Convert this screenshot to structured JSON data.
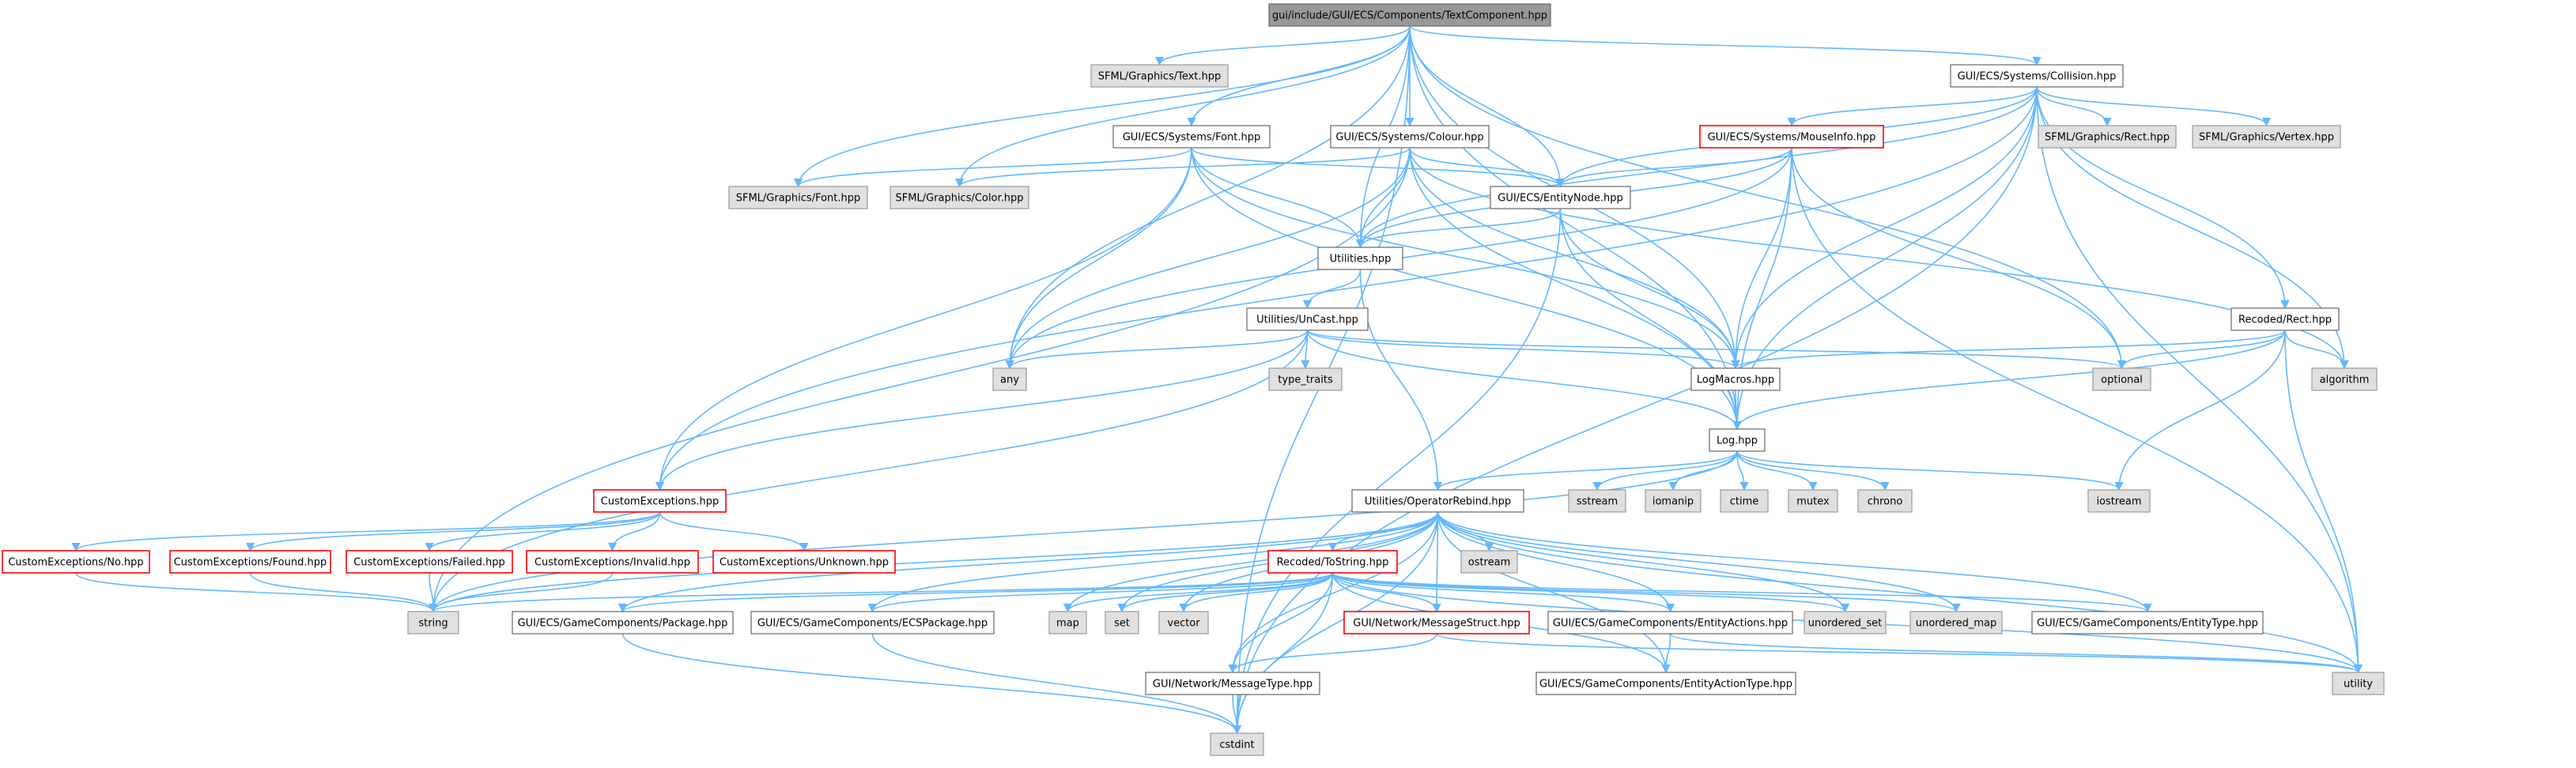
{
  "colors": {
    "edge": "#63b8ff",
    "root_fill": "#999999",
    "root_border": "#666666",
    "file_fill": "#ffffff",
    "file_border": "#666666",
    "system_fill": "#e0e0e0",
    "system_border": "#999999",
    "truncated_border": "#ff0000"
  },
  "nodes": [
    {
      "id": "root",
      "label": "gui/include/GUI/ECS/Components/TextComponent.hpp",
      "kind": "root"
    },
    {
      "id": "sfml_text",
      "label": "SFML/Graphics/Text.hpp",
      "kind": "system"
    },
    {
      "id": "collision",
      "label": "GUI/ECS/Systems/Collision.hpp",
      "kind": "file"
    },
    {
      "id": "font",
      "label": "GUI/ECS/Systems/Font.hpp",
      "kind": "file"
    },
    {
      "id": "colour",
      "label": "GUI/ECS/Systems/Colour.hpp",
      "kind": "file"
    },
    {
      "id": "mouseinfo",
      "label": "GUI/ECS/Systems/MouseInfo.hpp",
      "kind": "truncated"
    },
    {
      "id": "sfml_rect",
      "label": "SFML/Graphics/Rect.hpp",
      "kind": "system"
    },
    {
      "id": "sfml_vertex",
      "label": "SFML/Graphics/Vertex.hpp",
      "kind": "system"
    },
    {
      "id": "sfml_font",
      "label": "SFML/Graphics/Font.hpp",
      "kind": "system"
    },
    {
      "id": "sfml_color",
      "label": "SFML/Graphics/Color.hpp",
      "kind": "system"
    },
    {
      "id": "entitynode",
      "label": "GUI/ECS/EntityNode.hpp",
      "kind": "file"
    },
    {
      "id": "utilities",
      "label": "Utilities.hpp",
      "kind": "file"
    },
    {
      "id": "uncast",
      "label": "Utilities/UnCast.hpp",
      "kind": "file"
    },
    {
      "id": "recoded_rect",
      "label": "Recoded/Rect.hpp",
      "kind": "file"
    },
    {
      "id": "any",
      "label": "any",
      "kind": "system"
    },
    {
      "id": "type_traits",
      "label": "type_traits",
      "kind": "system"
    },
    {
      "id": "logmacros",
      "label": "LogMacros.hpp",
      "kind": "file"
    },
    {
      "id": "optional",
      "label": "optional",
      "kind": "system"
    },
    {
      "id": "algorithm",
      "label": "algorithm",
      "kind": "system"
    },
    {
      "id": "log",
      "label": "Log.hpp",
      "kind": "file"
    },
    {
      "id": "customexceptions",
      "label": "CustomExceptions.hpp",
      "kind": "truncated"
    },
    {
      "id": "operatorrebind",
      "label": "Utilities/OperatorRebind.hpp",
      "kind": "file"
    },
    {
      "id": "sstream",
      "label": "sstream",
      "kind": "system"
    },
    {
      "id": "iomanip",
      "label": "iomanip",
      "kind": "system"
    },
    {
      "id": "ctime",
      "label": "ctime",
      "kind": "system"
    },
    {
      "id": "mutex",
      "label": "mutex",
      "kind": "system"
    },
    {
      "id": "chrono",
      "label": "chrono",
      "kind": "system"
    },
    {
      "id": "iostream",
      "label": "iostream",
      "kind": "system"
    },
    {
      "id": "ce_no",
      "label": "CustomExceptions/No.hpp",
      "kind": "truncated"
    },
    {
      "id": "ce_found",
      "label": "CustomExceptions/Found.hpp",
      "kind": "truncated"
    },
    {
      "id": "ce_failed",
      "label": "CustomExceptions/Failed.hpp",
      "kind": "truncated"
    },
    {
      "id": "ce_invalid",
      "label": "CustomExceptions/Invalid.hpp",
      "kind": "truncated"
    },
    {
      "id": "ce_unknown",
      "label": "CustomExceptions/Unknown.hpp",
      "kind": "truncated"
    },
    {
      "id": "ostream",
      "label": "ostream",
      "kind": "system"
    },
    {
      "id": "tostring",
      "label": "Recoded/ToString.hpp",
      "kind": "truncated"
    },
    {
      "id": "string",
      "label": "string",
      "kind": "system"
    },
    {
      "id": "gc_package",
      "label": "GUI/ECS/GameComponents/Package.hpp",
      "kind": "file"
    },
    {
      "id": "gc_ecspackage",
      "label": "GUI/ECS/GameComponents/ECSPackage.hpp",
      "kind": "file"
    },
    {
      "id": "map",
      "label": "map",
      "kind": "system"
    },
    {
      "id": "set",
      "label": "set",
      "kind": "system"
    },
    {
      "id": "vector",
      "label": "vector",
      "kind": "system"
    },
    {
      "id": "messagestruct",
      "label": "GUI/Network/MessageStruct.hpp",
      "kind": "truncated"
    },
    {
      "id": "gc_entityactions",
      "label": "GUI/ECS/GameComponents/EntityActions.hpp",
      "kind": "file"
    },
    {
      "id": "unordered_set",
      "label": "unordered_set",
      "kind": "system"
    },
    {
      "id": "unordered_map",
      "label": "unordered_map",
      "kind": "system"
    },
    {
      "id": "gc_entitytype",
      "label": "GUI/ECS/GameComponents/EntityType.hpp",
      "kind": "file"
    },
    {
      "id": "utility",
      "label": "utility",
      "kind": "system"
    },
    {
      "id": "messagetype",
      "label": "GUI/Network/MessageType.hpp",
      "kind": "file"
    },
    {
      "id": "gc_entityactiontype",
      "label": "GUI/ECS/GameComponents/EntityActionType.hpp",
      "kind": "file"
    },
    {
      "id": "cstdint",
      "label": "cstdint",
      "kind": "system"
    }
  ],
  "edges": [
    [
      "root",
      "sfml_text"
    ],
    [
      "root",
      "collision"
    ],
    [
      "root",
      "font"
    ],
    [
      "root",
      "colour"
    ],
    [
      "root",
      "sfml_font"
    ],
    [
      "root",
      "sfml_color"
    ],
    [
      "root",
      "entitynode"
    ],
    [
      "root",
      "utilities"
    ],
    [
      "root",
      "logmacros"
    ],
    [
      "root",
      "any"
    ],
    [
      "root",
      "log"
    ],
    [
      "root",
      "optional"
    ],
    [
      "root",
      "cstdint"
    ],
    [
      "collision",
      "mouseinfo"
    ],
    [
      "collision",
      "sfml_rect"
    ],
    [
      "collision",
      "sfml_vertex"
    ],
    [
      "collision",
      "entitynode"
    ],
    [
      "collision",
      "utilities"
    ],
    [
      "collision",
      "logmacros"
    ],
    [
      "collision",
      "log"
    ],
    [
      "collision",
      "recoded_rect"
    ],
    [
      "collision",
      "algorithm"
    ],
    [
      "collision",
      "customexceptions"
    ],
    [
      "collision",
      "utility"
    ],
    [
      "collision",
      "cstdint"
    ],
    [
      "font",
      "sfml_font"
    ],
    [
      "font",
      "entitynode"
    ],
    [
      "font",
      "utilities"
    ],
    [
      "font",
      "logmacros"
    ],
    [
      "font",
      "log"
    ],
    [
      "font",
      "customexceptions"
    ],
    [
      "font",
      "any"
    ],
    [
      "colour",
      "sfml_color"
    ],
    [
      "colour",
      "entitynode"
    ],
    [
      "colour",
      "utilities"
    ],
    [
      "colour",
      "logmacros"
    ],
    [
      "colour",
      "log"
    ],
    [
      "colour",
      "any"
    ],
    [
      "colour",
      "string"
    ],
    [
      "colour",
      "algorithm"
    ],
    [
      "mouseinfo",
      "entitynode"
    ],
    [
      "mouseinfo",
      "utilities"
    ],
    [
      "mouseinfo",
      "logmacros"
    ],
    [
      "mouseinfo",
      "log"
    ],
    [
      "mouseinfo",
      "optional"
    ],
    [
      "mouseinfo",
      "any"
    ],
    [
      "mouseinfo",
      "utility"
    ],
    [
      "entitynode",
      "utilities"
    ],
    [
      "entitynode",
      "logmacros"
    ],
    [
      "entitynode",
      "log"
    ],
    [
      "entitynode",
      "cstdint"
    ],
    [
      "utilities",
      "uncast"
    ],
    [
      "utilities",
      "operatorrebind"
    ],
    [
      "uncast",
      "any"
    ],
    [
      "uncast",
      "type_traits"
    ],
    [
      "uncast",
      "logmacros"
    ],
    [
      "uncast",
      "log"
    ],
    [
      "uncast",
      "customexceptions"
    ],
    [
      "uncast",
      "optional"
    ],
    [
      "uncast",
      "string"
    ],
    [
      "recoded_rect",
      "logmacros"
    ],
    [
      "recoded_rect",
      "log"
    ],
    [
      "recoded_rect",
      "optional"
    ],
    [
      "recoded_rect",
      "algorithm"
    ],
    [
      "recoded_rect",
      "iostream"
    ],
    [
      "recoded_rect",
      "utility"
    ],
    [
      "logmacros",
      "log"
    ],
    [
      "log",
      "sstream"
    ],
    [
      "log",
      "iomanip"
    ],
    [
      "log",
      "ctime"
    ],
    [
      "log",
      "mutex"
    ],
    [
      "log",
      "chrono"
    ],
    [
      "log",
      "iostream"
    ],
    [
      "log",
      "operatorrebind"
    ],
    [
      "log",
      "string"
    ],
    [
      "customexceptions",
      "ce_no"
    ],
    [
      "customexceptions",
      "ce_found"
    ],
    [
      "customexceptions",
      "ce_failed"
    ],
    [
      "customexceptions",
      "ce_invalid"
    ],
    [
      "customexceptions",
      "ce_unknown"
    ],
    [
      "ce_no",
      "string"
    ],
    [
      "ce_found",
      "string"
    ],
    [
      "ce_failed",
      "string"
    ],
    [
      "ce_invalid",
      "string"
    ],
    [
      "operatorrebind",
      "ostream"
    ],
    [
      "operatorrebind",
      "tostring"
    ],
    [
      "operatorrebind",
      "string"
    ],
    [
      "operatorrebind",
      "gc_package"
    ],
    [
      "operatorrebind",
      "gc_ecspackage"
    ],
    [
      "operatorrebind",
      "map"
    ],
    [
      "operatorrebind",
      "set"
    ],
    [
      "operatorrebind",
      "vector"
    ],
    [
      "operatorrebind",
      "messagestruct"
    ],
    [
      "operatorrebind",
      "gc_entityactions"
    ],
    [
      "operatorrebind",
      "unordered_set"
    ],
    [
      "operatorrebind",
      "unordered_map"
    ],
    [
      "operatorrebind",
      "gc_entitytype"
    ],
    [
      "operatorrebind",
      "utility"
    ],
    [
      "operatorrebind",
      "messagetype"
    ],
    [
      "operatorrebind",
      "gc_entityactiontype"
    ],
    [
      "operatorrebind",
      "cstdint"
    ],
    [
      "tostring",
      "string"
    ],
    [
      "tostring",
      "map"
    ],
    [
      "tostring",
      "set"
    ],
    [
      "tostring",
      "vector"
    ],
    [
      "tostring",
      "messagestruct"
    ],
    [
      "tostring",
      "unordered_set"
    ],
    [
      "tostring",
      "unordered_map"
    ],
    [
      "tostring",
      "gc_entitytype"
    ],
    [
      "tostring",
      "gc_package"
    ],
    [
      "tostring",
      "gc_ecspackage"
    ],
    [
      "tostring",
      "gc_entityactions"
    ],
    [
      "tostring",
      "messagetype"
    ],
    [
      "tostring",
      "gc_entityactiontype"
    ],
    [
      "tostring",
      "utility"
    ],
    [
      "tostring",
      "cstdint"
    ],
    [
      "gc_package",
      "cstdint"
    ],
    [
      "gc_ecspackage",
      "cstdint"
    ],
    [
      "messagestruct",
      "messagetype"
    ],
    [
      "messagestruct",
      "utility"
    ],
    [
      "gc_entityactions",
      "gc_entityactiontype"
    ],
    [
      "gc_entityactions",
      "utility"
    ],
    [
      "messagetype",
      "cstdint"
    ]
  ]
}
